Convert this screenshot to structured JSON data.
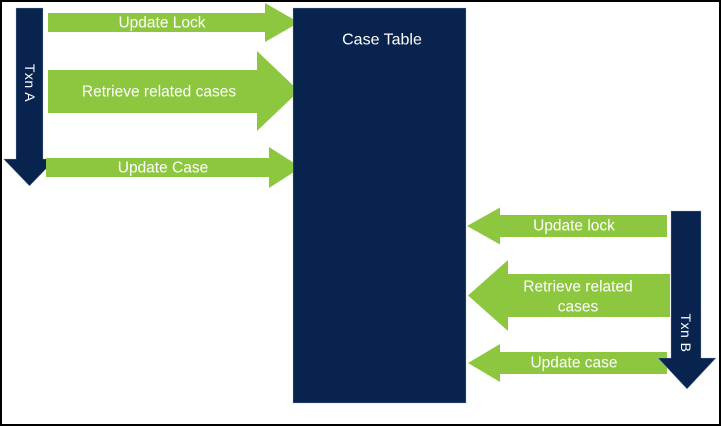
{
  "colors": {
    "navy": "#07234e",
    "green": "#8dc740",
    "text_light": "#ffffff",
    "border": "#000000",
    "background": "#ffffff"
  },
  "case_table": {
    "label": "Case Table"
  },
  "txn_a": {
    "label": "Txn A",
    "arrows": [
      {
        "label": "Update Lock"
      },
      {
        "label": "Retrieve related cases"
      },
      {
        "label": "Update Case"
      }
    ]
  },
  "txn_b": {
    "label": "Txn B",
    "arrows": [
      {
        "label": "Update lock"
      },
      {
        "label": "Retrieve related cases",
        "label_lines": [
          "Retrieve related",
          "cases"
        ]
      },
      {
        "label": "Update case"
      }
    ]
  }
}
